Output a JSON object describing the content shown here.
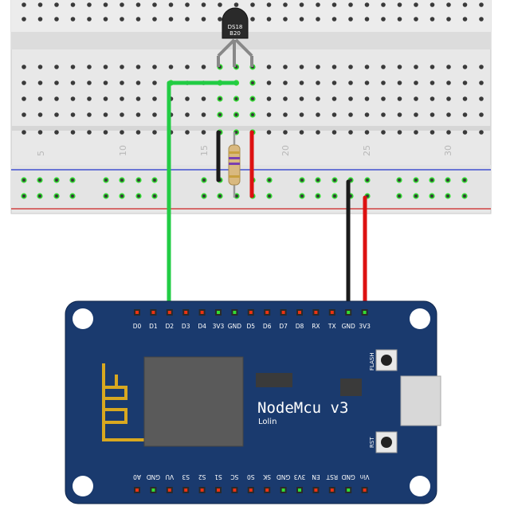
{
  "breadboard": {
    "column_numbers": [
      "5",
      "10",
      "15",
      "20",
      "25",
      "30"
    ]
  },
  "sensor": {
    "label_line1": "DS18",
    "label_line2": "B20"
  },
  "board": {
    "name": "NodeMcu v3",
    "maker": "Lolin",
    "flash_label": "FLASH",
    "rst_label": "RST",
    "top_pins": [
      "D0",
      "D1",
      "D2",
      "D3",
      "D4",
      "3V3",
      "GND",
      "D5",
      "D6",
      "D7",
      "D8",
      "RX",
      "TX",
      "GND",
      "3V3"
    ],
    "bottom_pins": [
      "A0",
      "GND",
      "VU",
      "S3",
      "S2",
      "S1",
      "SC",
      "S0",
      "SK",
      "GND",
      "3V3",
      "EN",
      "RST",
      "GND",
      "Vin"
    ]
  },
  "colors": {
    "board": "#1a3a6e",
    "breadboard": "#e9e9e9",
    "wire_green": "#22cc44",
    "wire_red": "#dd1111",
    "wire_black": "#1a1a1a"
  }
}
